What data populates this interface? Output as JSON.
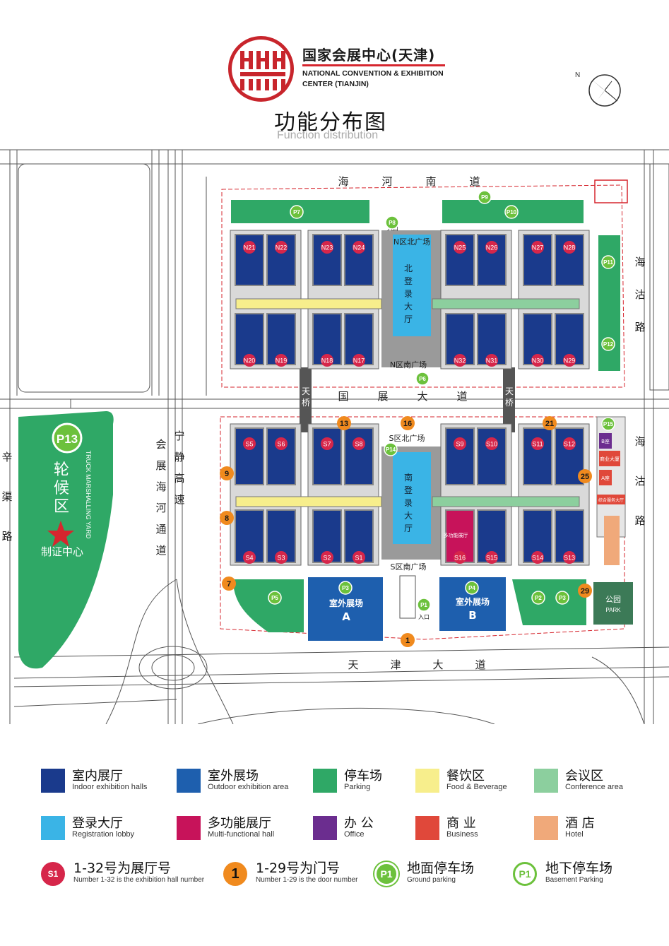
{
  "header": {
    "org_name_cn": "国家会展中心(天津)",
    "org_name_en_line1": "NATIONAL CONVENTION & EXHIBITION",
    "org_name_en_line2": "CENTER (TIANJIN)",
    "title_cn": "功能分布图",
    "title_en": "Function distribution"
  },
  "colors": {
    "indoor_hall": "#1a3a8c",
    "outdoor_area": "#1e5fae",
    "parking": "#2fa866",
    "food": "#f7ee8c",
    "conference": "#8ccf9e",
    "registration": "#3ab4e6",
    "multifunctional": "#c7135a",
    "office": "#6b2d8f",
    "business": "#e0483a",
    "hotel": "#f0a97a",
    "hall_badge": "#d6264a",
    "door_badge": "#f08a1e",
    "parking_badge": "#6cc13c"
  },
  "roads": {
    "north": [
      "海",
      "河",
      "南",
      "道"
    ],
    "south": [
      "天",
      "津",
      "大",
      "道"
    ],
    "middle": [
      "国",
      "展",
      "大",
      "道"
    ],
    "east_top": [
      "海",
      "沽",
      "路"
    ],
    "east_bottom": [
      "海",
      "沽",
      "路"
    ],
    "west_left": [
      "辛",
      "渠",
      "路"
    ],
    "west_a": [
      "会",
      "展",
      "海",
      "河",
      "通",
      "道"
    ],
    "west_b": [
      "宁",
      "静",
      "高",
      "速"
    ],
    "bridge": [
      "天",
      "桥"
    ]
  },
  "areas": {
    "north_plaza": "N区北广场",
    "north_south_plaza": "N区南广场",
    "south_north_plaza": "S区北广场",
    "south_south_plaza": "S区南广场",
    "north_lobby": [
      "北",
      "登",
      "录",
      "大",
      "厅"
    ],
    "south_lobby": [
      "南",
      "登",
      "录",
      "大",
      "厅"
    ],
    "entrance": "入口",
    "outdoor_a_label": "室外展场",
    "outdoor_a_letter": "A",
    "outdoor_b_label": "室外展场",
    "outdoor_b_letter": "B",
    "park_cn": "公园",
    "park_en": "PARK",
    "truck_yard_en": "TRUCK MARSHALLING YARD",
    "truck_yard_cn": [
      "轮",
      "候",
      "区"
    ],
    "permit_center": "制证中心",
    "multifunction_small": "多功能展厅",
    "office_tag": "B座",
    "business_tag": "商业大厦",
    "hotel_tag": "A座",
    "reception": "综合服务大厅"
  },
  "halls_north_top": [
    "N21",
    "N22",
    "N23",
    "N24",
    "N25",
    "N26",
    "N27",
    "N28"
  ],
  "halls_north_bottom": [
    "N20",
    "N19",
    "N18",
    "N17",
    "N32",
    "N31",
    "N30",
    "N29"
  ],
  "halls_south_top": [
    "S5",
    "S6",
    "S7",
    "S8",
    "S9",
    "S10",
    "S11",
    "S12"
  ],
  "halls_south_bottom": [
    "S4",
    "S3",
    "S2",
    "S1",
    "S16",
    "S15",
    "S14",
    "S13"
  ],
  "doors": [
    "13",
    "16",
    "21",
    "9",
    "25",
    "8",
    "7",
    "29",
    "1"
  ],
  "parking_labels": [
    "P7",
    "P9",
    "P10",
    "P8",
    "P11",
    "P12",
    "P6",
    "P14",
    "P13",
    "P5",
    "P3",
    "P4",
    "P1",
    "P2",
    "P3",
    "P15"
  ],
  "legend": {
    "rows": [
      [
        {
          "cn": "室内展厅",
          "en": "Indoor exhibition halls",
          "color": "#1a3a8c"
        },
        {
          "cn": "室外展场",
          "en": "Outdoor exhibition area",
          "color": "#1e5fae"
        },
        {
          "cn": "停车场",
          "en": "Parking",
          "color": "#2fa866"
        },
        {
          "cn": "餐饮区",
          "en": "Food & Beverage",
          "color": "#f7ee8c"
        },
        {
          "cn": "会议区",
          "en": "Conference area",
          "color": "#8ccf9e"
        }
      ],
      [
        {
          "cn": "登录大厅",
          "en": "Registration lobby",
          "color": "#3ab4e6"
        },
        {
          "cn": "多功能展厅",
          "en": "Multi-functional hall",
          "color": "#c7135a"
        },
        {
          "cn": "办  公",
          "en": "Office",
          "color": "#6b2d8f"
        },
        {
          "cn": "商  业",
          "en": "Business",
          "color": "#e0483a"
        },
        {
          "cn": "酒  店",
          "en": "Hotel",
          "color": "#f0a97a"
        }
      ]
    ],
    "symbols": [
      {
        "badge": "S1",
        "cn": "1-32号为展厅号",
        "en": "Number 1-32 is the exhibition hall number"
      },
      {
        "badge": "1",
        "cn": "1-29号为门号",
        "en": "Number 1-29 is the door number"
      },
      {
        "badge": "P1",
        "cn": "地面停车场",
        "en": "Ground parking"
      },
      {
        "badge": "P1",
        "cn": "地下停车场",
        "en": "Basement Parking"
      }
    ]
  }
}
